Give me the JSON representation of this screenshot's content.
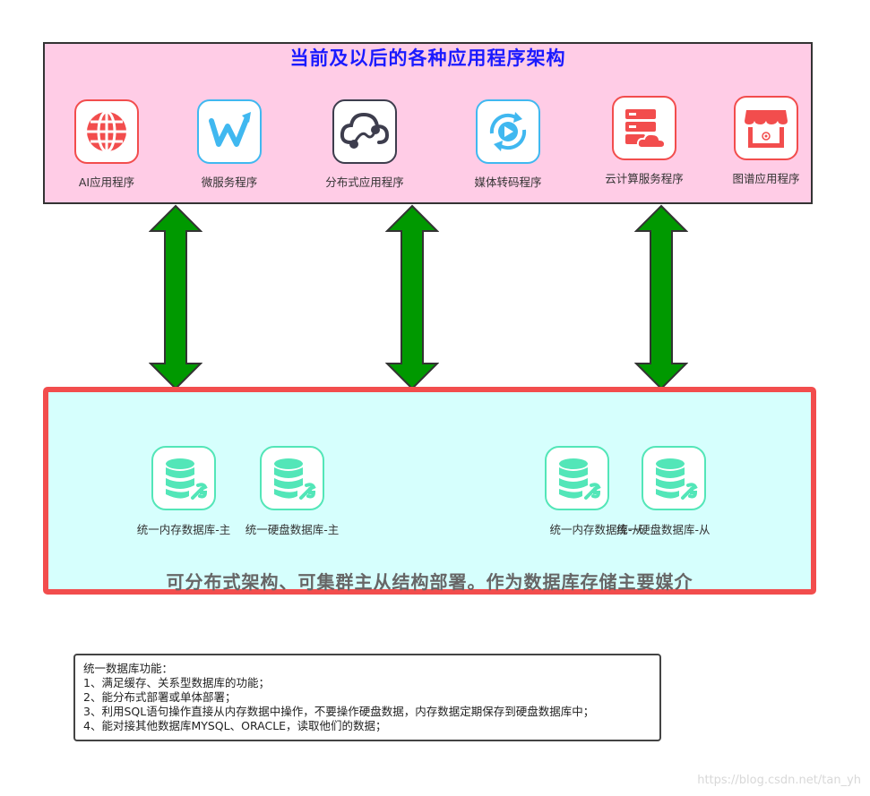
{
  "top": {
    "title": "当前及以后的各种应用程序架构",
    "apps": [
      {
        "label": "AI应用程序",
        "icon": "globe-icon"
      },
      {
        "label": "微服务程序",
        "icon": "w-chart-icon"
      },
      {
        "label": "分布式应用程序",
        "icon": "cloud-flow-icon"
      },
      {
        "label": "媒体转码程序",
        "icon": "media-play-icon"
      },
      {
        "label": "云计算服务程序",
        "icon": "server-cloud-icon"
      },
      {
        "label": "图谱应用程序",
        "icon": "store-icon"
      }
    ]
  },
  "databases": {
    "items": [
      {
        "label": "统一内存数据库-主",
        "icon": "database-wrench-icon"
      },
      {
        "label": "统一硬盘数据库-主",
        "icon": "database-wrench-icon"
      },
      {
        "label": "统一内存数据库-从",
        "icon": "database-wrench-icon"
      },
      {
        "label": "统一硬盘数据库-从",
        "icon": "database-wrench-icon"
      }
    ],
    "caption": "可分布式架构、可集群主从结构部署。作为数据库存储主要媒介"
  },
  "notes": {
    "lines": [
      "统一数据库功能：",
      "1、满足缓存、关系型数据库的功能；",
      "2、能分布式部署或单体部署；",
      "3、利用SQL语句操作直接从内存数据中操作，不要操作硬盘数据，内存数据定期保存到硬盘数据库中；",
      "4、能对接其他数据库MYSQL、ORACLE，读取他们的数据；"
    ]
  },
  "watermark": "https://blog.csdn.net/tan_yh",
  "colors": {
    "top_fill": "#ffcce6",
    "title": "#1a1aff",
    "arrow": "#009900",
    "db_fill": "#d6fffd",
    "db_border": "#f24d4d",
    "db_icon": "#53e6b8",
    "red_icon": "#f24d4d",
    "blue_icon": "#40b8f0",
    "dark_icon": "#3d3d4d"
  }
}
